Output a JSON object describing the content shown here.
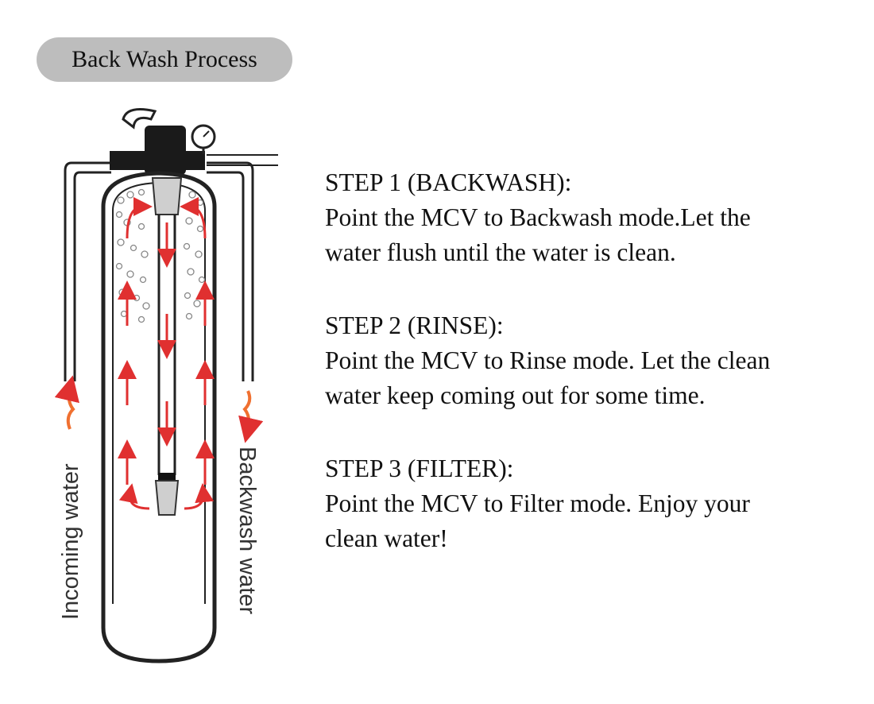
{
  "header": {
    "title": "Back Wash Process"
  },
  "diagram": {
    "incoming_label": "Incoming water",
    "backwash_label": "Backwash water",
    "arrow_color": "#e03030",
    "flow_arrow_color": "#f07030",
    "icons": [
      "pressure-gauge-icon",
      "control-valve-icon",
      "filter-tank-icon"
    ]
  },
  "steps": [
    {
      "heading": "STEP 1 (BACKWASH):",
      "line1": "Point the MCV to Backwash mode.Let the",
      "line2": "water flush until the water is clean."
    },
    {
      "heading": "STEP 2 (RINSE):",
      "line1": "Point the MCV to Rinse mode. Let the clean",
      "line2": "water keep coming out for some time."
    },
    {
      "heading": "STEP 3 (FILTER):",
      "line1": "Point the MCV to Filter mode. Enjoy your",
      "line2": "clean water!"
    }
  ]
}
